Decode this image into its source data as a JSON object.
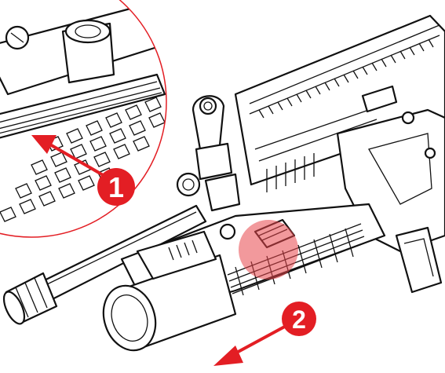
{
  "colors": {
    "line": "#111111",
    "accent": "#e31e24",
    "highlight": "#e8454a",
    "background": "#ffffff"
  },
  "callouts": [
    {
      "label": "1",
      "icon": "numbered-callout-badge"
    },
    {
      "label": "2",
      "icon": "numbered-callout-badge"
    }
  ],
  "arrows": [
    {
      "icon": "arrow-pointing-left",
      "refers_to": "1"
    },
    {
      "icon": "arrow-pointing-down-left",
      "refers_to": "2"
    }
  ]
}
